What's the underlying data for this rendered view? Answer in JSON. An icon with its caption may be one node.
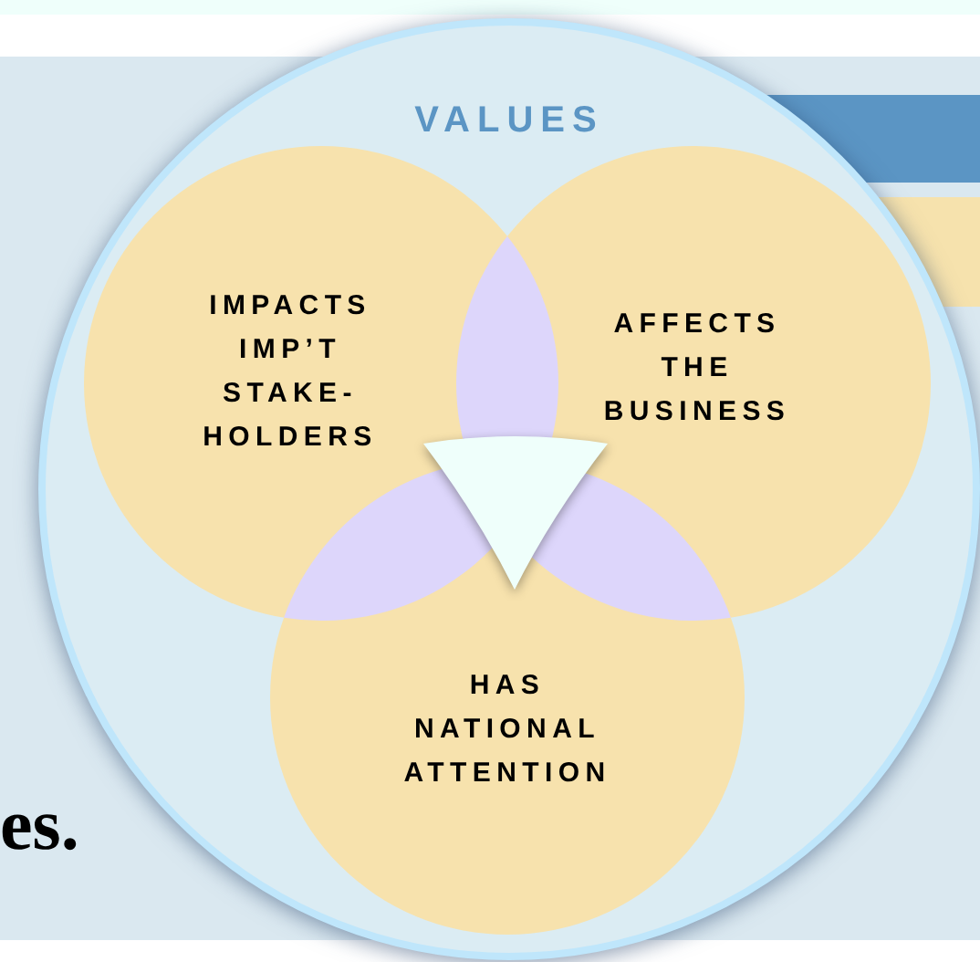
{
  "diagram": {
    "nodes": [
      {
        "text": [
          "VALUES"
        ]
      },
      {
        "text": [
          "IMPACTS IMP’T STAKE- HOLDERS"
        ],
        "in": 0
      },
      {
        "text": [
          "AFFECTS THE BUSINESS"
        ],
        "in": 0
      },
      {
        "text": [
          "HAS NATIONAL ATTENTION"
        ],
        "in": 0
      }
    ],
    "labels": [
      "es."
    ]
  }
}
